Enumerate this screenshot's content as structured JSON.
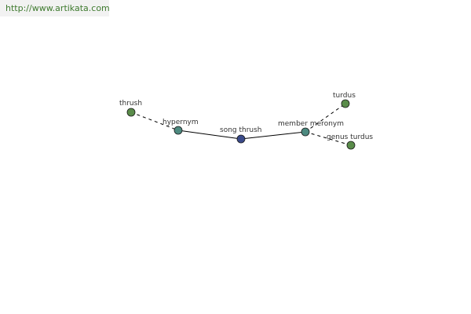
{
  "site_link": "http://www.artikata.com",
  "colors": {
    "center_node": "#3a4a8a",
    "relation_node": "#4d8a80",
    "term_node": "#5a8c4a",
    "edge": "#000000",
    "link_text": "#3e7a2e"
  },
  "nodes": {
    "center": {
      "label": "song thrush",
      "kind": "center"
    },
    "hypernym": {
      "label": "hypernym",
      "kind": "relation"
    },
    "meronym": {
      "label": "member meronym",
      "kind": "relation"
    },
    "thrush": {
      "label": "thrush",
      "kind": "term"
    },
    "turdus": {
      "label": "turdus",
      "kind": "term"
    },
    "genus_turdus": {
      "label": "genus turdus",
      "kind": "term"
    }
  },
  "edges": [
    {
      "from": "hypernym",
      "to": "center",
      "style": "solid"
    },
    {
      "from": "center",
      "to": "meronym",
      "style": "solid"
    },
    {
      "from": "thrush",
      "to": "hypernym",
      "style": "dashed"
    },
    {
      "from": "meronym",
      "to": "turdus",
      "style": "dashed"
    },
    {
      "from": "meronym",
      "to": "genus_turdus",
      "style": "dashed"
    }
  ]
}
